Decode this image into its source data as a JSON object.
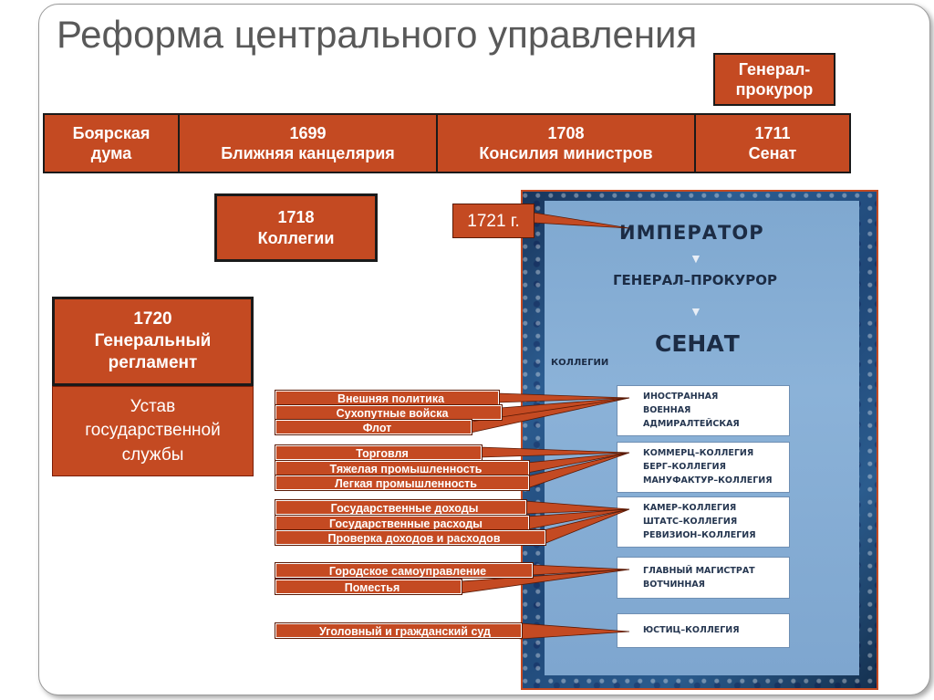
{
  "title": "Реформа центрального управления",
  "gen_prokuror": [
    "Генерал-",
    "прокурор"
  ],
  "timeline": [
    {
      "line1": "Боярская",
      "line2": "дума"
    },
    {
      "line1": "1699",
      "line2": "Ближняя канцелярия"
    },
    {
      "line1": "1708",
      "line2": "Консилия министров"
    },
    {
      "line1": "1711",
      "line2": "Сенат"
    }
  ],
  "kollegii": {
    "line1": "1718",
    "line2": "Коллегии"
  },
  "year_1721": "1721 г.",
  "reglament": {
    "line1": "1720",
    "line2": "Генеральный",
    "line3": "регламент"
  },
  "ustav": {
    "line1": "Устав",
    "line2": "государственной",
    "line3": "службы"
  },
  "panel": {
    "imperator": "ИМПЕРАТОР",
    "gen_prokuror": "ГЕНЕРАЛ–ПРОКУРОР",
    "senat": "СЕНАТ",
    "kollegii_label": "КОЛЛЕГИИ",
    "groups": [
      [
        "ИНОСТРАННАЯ",
        "ВОЕННАЯ",
        "АДМИРАЛТЕЙСКАЯ"
      ],
      [
        "КОММЕРЦ–КОЛЛЕГИЯ",
        "БЕРГ–КОЛЛЕГИЯ",
        "МАНУФАКТУР–КОЛЛЕГИЯ"
      ],
      [
        "КАМЕР–КОЛЛЕГИЯ",
        "ШТАТС–КОЛЛЕГИЯ",
        "РЕВИЗИОН–КОЛЛЕГИЯ"
      ],
      [
        "ГЛАВНЫЙ МАГИСТРАТ",
        "ВОТЧИННАЯ"
      ],
      [
        "ЮСТИЦ–КОЛЛЕГИЯ"
      ]
    ]
  },
  "labels": [
    "Внешняя политика",
    "Сухопутные войска",
    "Флот",
    "Торговля",
    "Тяжелая промышленность",
    "Легкая промышленность",
    "Государственные доходы",
    "Государственные расходы",
    "Проверка доходов и расходов",
    "Городское самоуправление",
    "Поместья",
    "Уголовный и гражданский суд"
  ]
}
